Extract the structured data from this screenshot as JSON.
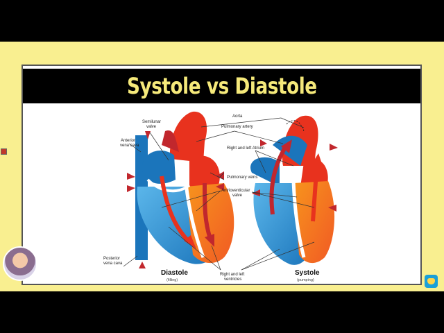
{
  "slide": {
    "title": "Systole vs Diastole"
  },
  "diagram": {
    "labels": {
      "aorta": "Aorta",
      "pulmonary_artery": "Pulmonary artery",
      "semilunar_valve_1": "Semilunar",
      "semilunar_valve_2": "valve",
      "anterior_vena_cava_1": "Anterior",
      "anterior_vena_cava_2": "vena cava",
      "right_left_atrium": "Right and left Atrium",
      "pulmonary_veins": "Pulmonary veins",
      "av_valve_1": "Antrioventicular",
      "av_valve_2": "valve",
      "posterior_vena_cava_1": "Posterior",
      "posterior_vena_cava_2": "vena cava",
      "ventricles_1": "Right and left",
      "ventricles_2": "ventricles"
    },
    "diastole": {
      "title": "Diastole",
      "subtitle": "(filling)"
    },
    "systole": {
      "title": "Systole",
      "subtitle": "(pumping)"
    }
  },
  "colors": {
    "red": "#e8321e",
    "orange": "#f7941d",
    "blue": "#1b75bb",
    "light_blue": "#5bb6ea",
    "background": "#f9ef90"
  }
}
